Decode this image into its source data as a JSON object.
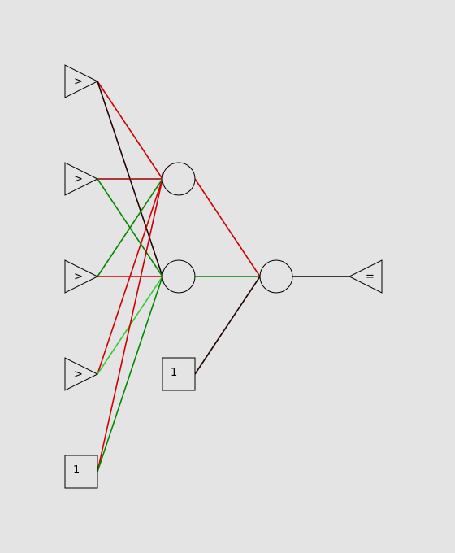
{
  "diagram": {
    "background": "#e4e4e4",
    "inputs": [
      {
        "id": "in1",
        "symbol": ">"
      },
      {
        "id": "in2",
        "symbol": ">"
      },
      {
        "id": "in3",
        "symbol": ">"
      },
      {
        "id": "in4",
        "symbol": ">"
      }
    ],
    "bias_nodes": [
      {
        "id": "bias-input",
        "label": "1"
      },
      {
        "id": "bias-hidden",
        "label": "1"
      }
    ],
    "hidden_nodes": [
      {
        "id": "h1"
      },
      {
        "id": "h2"
      },
      {
        "id": "out"
      }
    ],
    "output": {
      "id": "output",
      "symbol": "="
    },
    "edge_colors": {
      "red": "#cc0000",
      "dark_red": "#990000",
      "green": "#008800",
      "light_green": "#33cc33",
      "dark": "#220000",
      "black": "#000000"
    },
    "edges": [
      {
        "from": "in1",
        "to": "h1",
        "color": "red"
      },
      {
        "from": "in1",
        "to": "h2",
        "color": "dark"
      },
      {
        "from": "in2",
        "to": "h1",
        "color": "dark_red"
      },
      {
        "from": "in2",
        "to": "h2",
        "color": "green"
      },
      {
        "from": "in3",
        "to": "h1",
        "color": "green"
      },
      {
        "from": "in3",
        "to": "h2",
        "color": "red"
      },
      {
        "from": "in4",
        "to": "h1",
        "color": "red"
      },
      {
        "from": "in4",
        "to": "h2",
        "color": "light_green"
      },
      {
        "from": "bias-input",
        "to": "h1",
        "color": "red"
      },
      {
        "from": "bias-input",
        "to": "h2",
        "color": "green"
      },
      {
        "from": "h1",
        "to": "out",
        "color": "red"
      },
      {
        "from": "h2",
        "to": "out",
        "color": "green"
      },
      {
        "from": "bias-hidden",
        "to": "out",
        "color": "dark"
      },
      {
        "from": "out",
        "to": "output",
        "color": "black"
      }
    ]
  }
}
